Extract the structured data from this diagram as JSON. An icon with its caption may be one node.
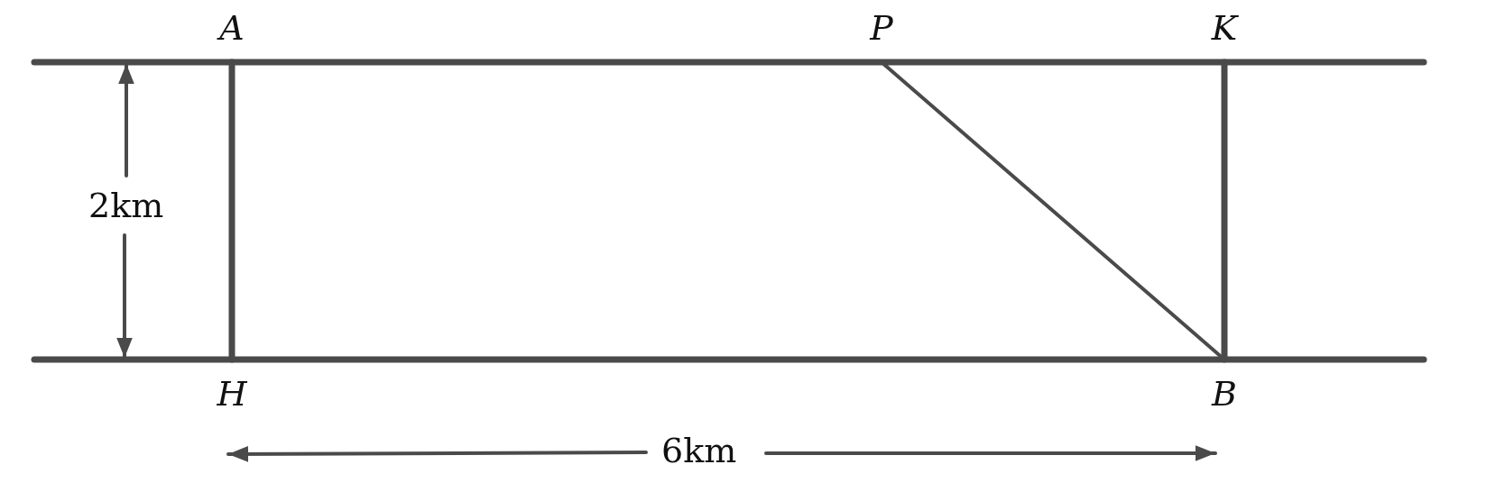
{
  "diagram": {
    "nodes": [
      {
        "text": [
          "A"
        ]
      },
      {
        "text": [
          "P"
        ]
      },
      {
        "text": [
          "K"
        ]
      },
      {
        "text": [
          "H"
        ]
      },
      {
        "text": [
          "B"
        ]
      }
    ],
    "edges": [
      {
        "from": 0,
        "to": 3,
        "arrow": "none"
      },
      {
        "from": 1,
        "to": 4,
        "arrow": "none"
      },
      {
        "from": 2,
        "to": 4,
        "arrow": "none"
      }
    ],
    "labels": [
      "2km",
      "6km"
    ]
  }
}
